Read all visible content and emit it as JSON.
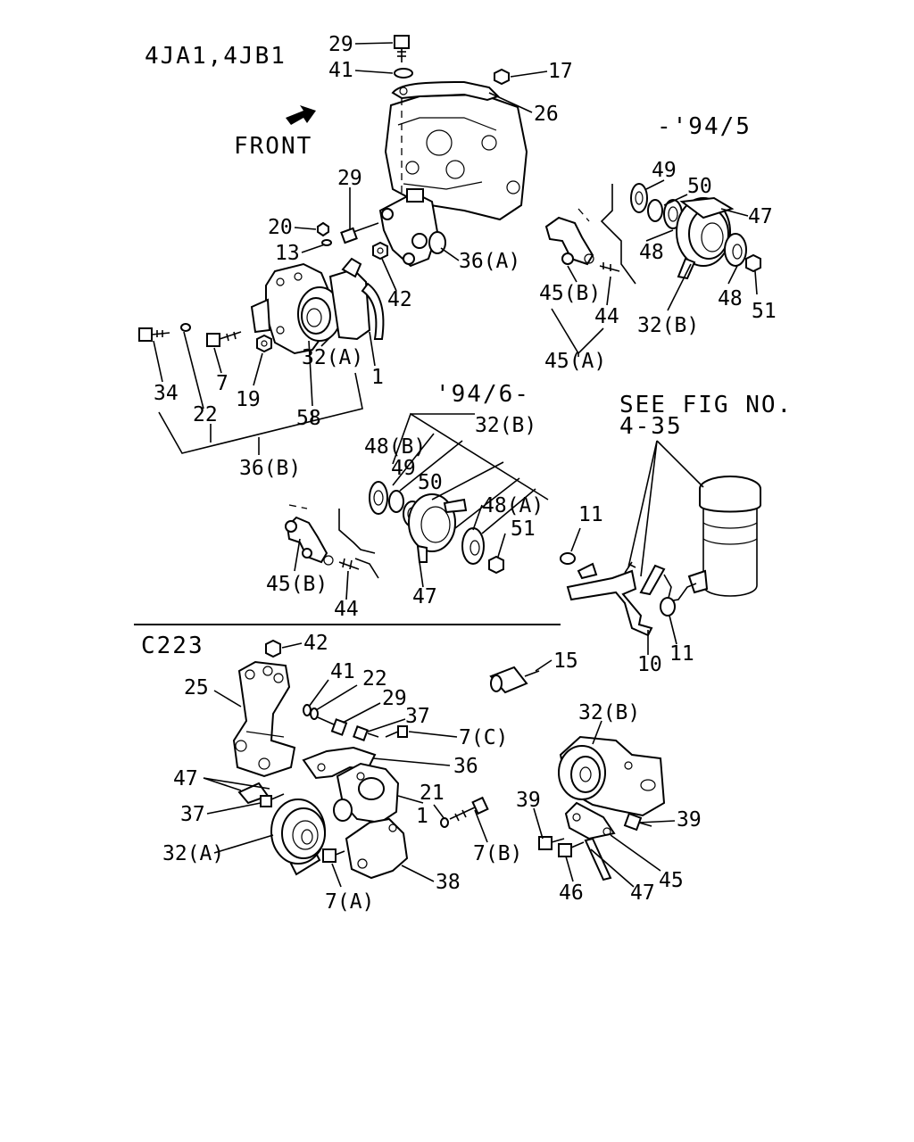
{
  "headers": {
    "engine": "4JA1,4JB1",
    "front": "FRONT",
    "period_early": "-'94/5",
    "period_late": "'94/6-",
    "see_fig_line1": "SEE FIG NO.",
    "see_fig_line2": "4-35",
    "section": "C223"
  },
  "callouts": {
    "c29_top": "29",
    "c41_top": "41",
    "c17": "17",
    "c26": "26",
    "c29_mid": "29",
    "c20": "20",
    "c13": "13",
    "c36A": "36(A)",
    "c42_mid": "42",
    "c34": "34",
    "c7": "7",
    "c32A": "32(A)",
    "c1": "1",
    "c22": "22",
    "c19": "19",
    "c58": "58",
    "c36B": "36(B)",
    "e49": "49",
    "e50": "50",
    "e47": "47",
    "e48a": "48",
    "e48b": "48",
    "e51": "51",
    "e45B": "45(B)",
    "e44": "44",
    "e32B": "32(B)",
    "e45A": "45(A)",
    "l32B": "32(B)",
    "l48B": "48(B)",
    "l49": "49",
    "l50": "50",
    "l48A": "48(A)",
    "l51": "51",
    "l45B": "45(B)",
    "l44": "44",
    "l47": "47",
    "r11a": "11",
    "r11b": "11",
    "r10": "10",
    "b42": "42",
    "b41": "41",
    "b22": "22",
    "b29": "29",
    "b37a": "37",
    "b7C": "7(C)",
    "b25": "25",
    "b36": "36",
    "b47": "47",
    "b37b": "37",
    "b32A": "32(A)",
    "b21": "21",
    "b1": "1",
    "b7B": "7(B)",
    "b7A": "7(A)",
    "b38": "38",
    "b15": "15",
    "d32B": "32(B)",
    "d39a": "39",
    "d39b": "39",
    "d46": "46",
    "d47": "47",
    "d45": "45"
  }
}
